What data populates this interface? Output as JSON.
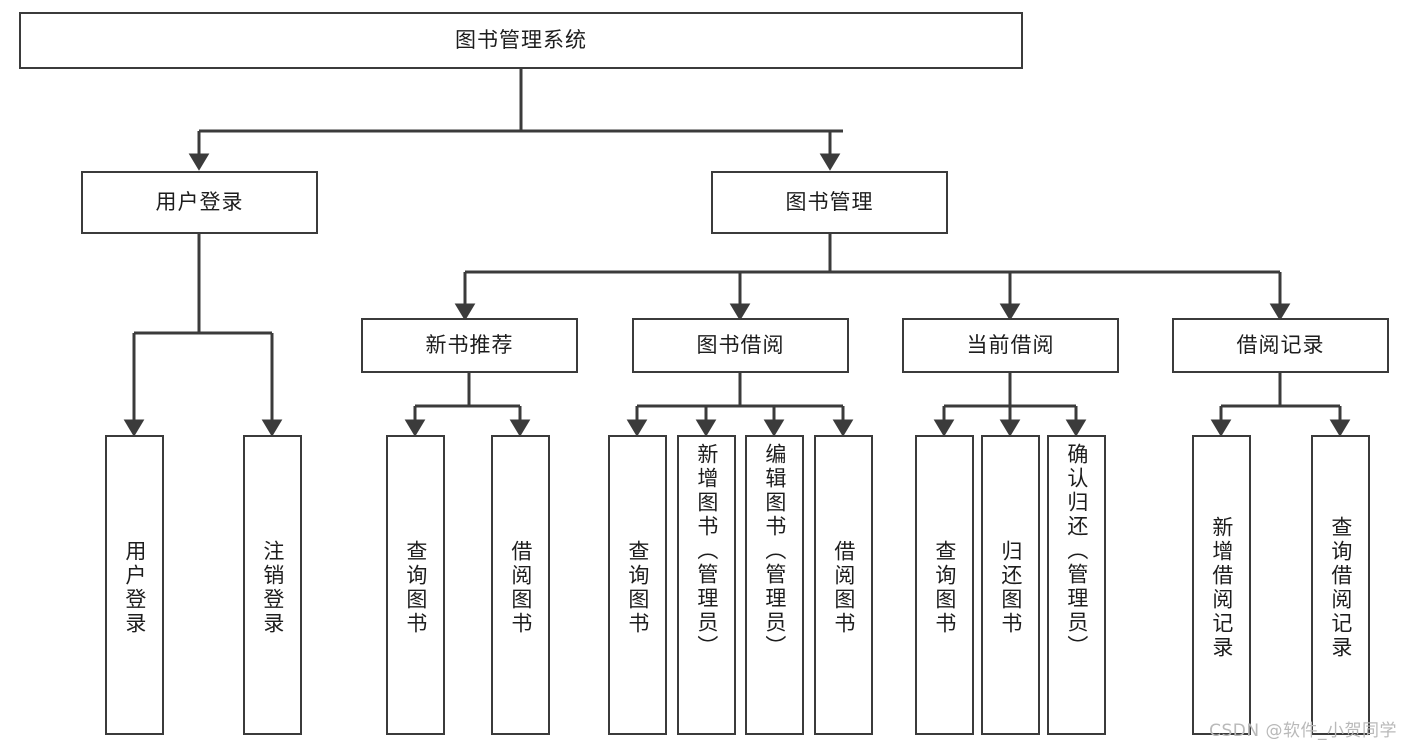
{
  "diagram": {
    "title": "图书管理系统",
    "root": {
      "label": "图书管理系统"
    },
    "level1": [
      {
        "label": "用户登录"
      },
      {
        "label": "图书管理"
      }
    ],
    "level2": [
      {
        "label": "新书推荐"
      },
      {
        "label": "图书借阅"
      },
      {
        "label": "当前借阅"
      },
      {
        "label": "借阅记录"
      }
    ],
    "leaves": {
      "user_login": [
        {
          "label": "用户登录"
        },
        {
          "label": "注销登录"
        }
      ],
      "new_book_recommend": [
        {
          "label": "查询图书"
        },
        {
          "label": "借阅图书"
        }
      ],
      "book_borrow": [
        {
          "label": "查询图书"
        },
        {
          "label": "新增图书（管理员）"
        },
        {
          "label": "编辑图书（管理员）"
        },
        {
          "label": "借阅图书"
        }
      ],
      "current_borrow": [
        {
          "label": "查询图书"
        },
        {
          "label": "归还图书"
        },
        {
          "label": "确认归还（管理员）"
        }
      ],
      "borrow_record": [
        {
          "label": "新增借阅记录"
        },
        {
          "label": "查询借阅记录"
        }
      ]
    }
  },
  "watermark": {
    "text": "CSDN @软件_小贺同学"
  },
  "colors": {
    "stroke": "#3b3b3b",
    "fill": "#ffffff",
    "text": "#1d1d1d",
    "watermark": "#b9b9b9"
  }
}
